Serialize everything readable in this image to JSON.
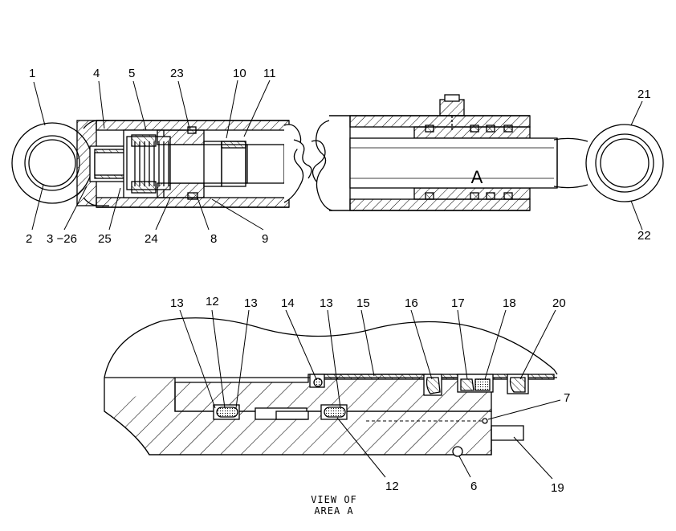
{
  "diagram": {
    "section_letter": "A",
    "caption_line1": "VIEW OF",
    "caption_line2": "AREA A",
    "top_labels": {
      "l1": "1",
      "l4": "4",
      "l5": "5",
      "l23": "23",
      "l10": "10",
      "l11": "11",
      "l21": "21",
      "l2": "2",
      "l3_26": "3 −26",
      "l25": "25",
      "l24": "24",
      "l8": "8",
      "l9": "9",
      "l22": "22"
    },
    "bottom_labels": {
      "l13a": "13",
      "l12a": "12",
      "l13b": "13",
      "l14": "14",
      "l13c": "13",
      "l15": "15",
      "l16": "16",
      "l17": "17",
      "l18": "18",
      "l20": "20",
      "l7": "7",
      "l12b": "12",
      "l6": "6",
      "l19": "19"
    }
  }
}
